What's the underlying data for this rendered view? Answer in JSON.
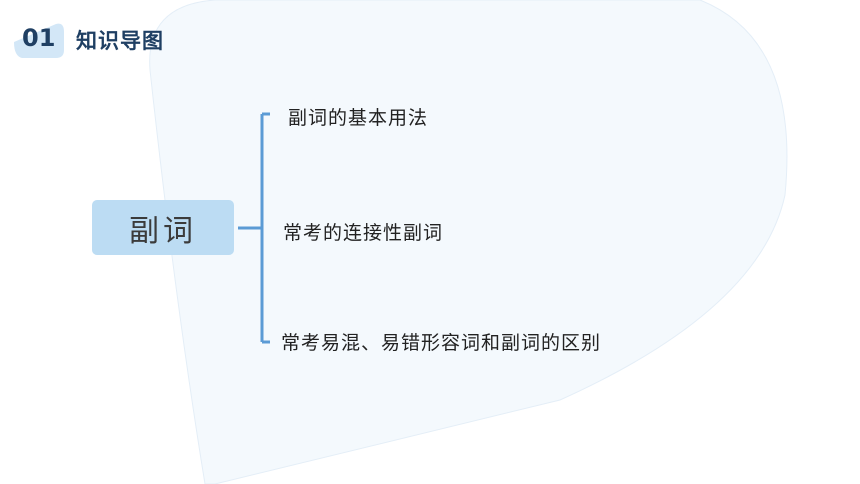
{
  "header": {
    "number": "01",
    "title": "知识导图"
  },
  "mindmap": {
    "root": "副词",
    "branches": [
      {
        "label": "副词的基本用法"
      },
      {
        "label": "常考的连接性副词"
      },
      {
        "label": "常考易混、易错形容词和副词的区别"
      }
    ]
  },
  "colors": {
    "accent": "#5b9bd5",
    "root_fill": "#bcdcf3",
    "header_text": "#1f3f63",
    "background_shape": "#f4f9fd"
  }
}
